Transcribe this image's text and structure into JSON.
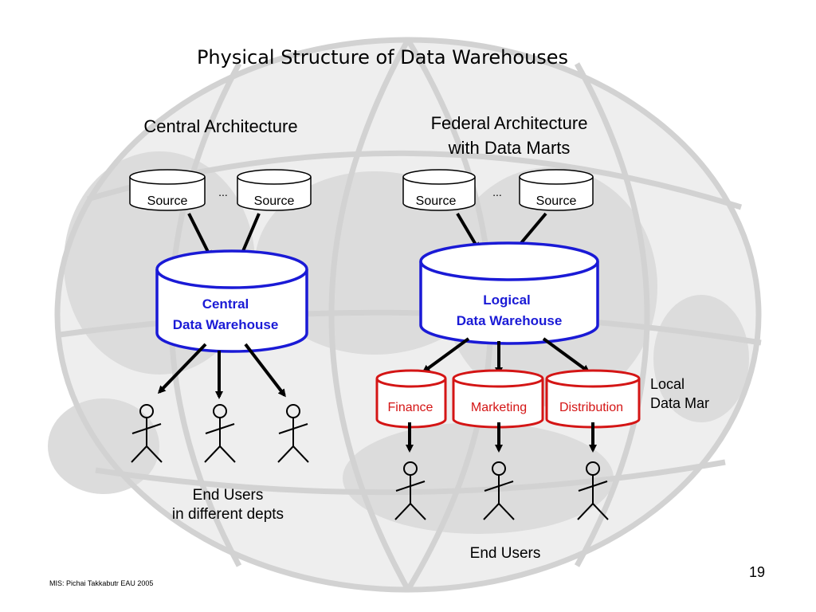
{
  "slide": {
    "title": "Physical Structure of Data Warehouses",
    "page_number": "19",
    "footer": "MIS:  Pichai Takkabutr EAU 2005"
  },
  "central": {
    "heading": "Central Architecture",
    "sources": [
      "Source",
      "Source"
    ],
    "ellipsis": "...",
    "warehouse_line1": "Central",
    "warehouse_line2": "Data Warehouse",
    "users_line1": "End Users",
    "users_line2": "in different depts"
  },
  "federal": {
    "heading_line1": "Federal Architecture",
    "heading_line2": "with Data Marts",
    "sources": [
      "Source",
      "Source"
    ],
    "ellipsis": "...",
    "warehouse_line1": "Logical",
    "warehouse_line2": "Data Warehouse",
    "marts": [
      "Finance",
      "Marketing",
      "Distribution"
    ],
    "marts_label_line1": "Local",
    "marts_label_line2": "Data Mar",
    "users_label": "End Users"
  },
  "colors": {
    "warehouse": "#1a1ad6",
    "data_mart": "#d41515",
    "stroke": "#000000",
    "globe_fill": "#e6e6e6",
    "globe_lines": "#cccccc"
  }
}
